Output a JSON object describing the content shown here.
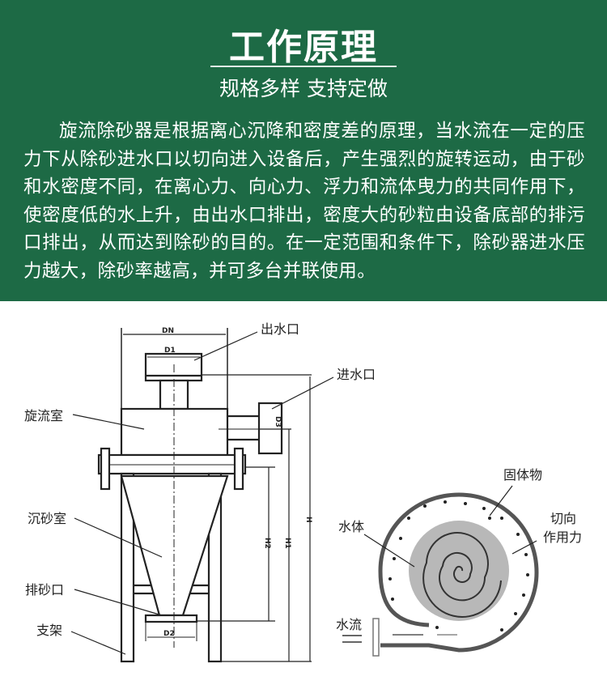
{
  "header": {
    "title": "工作原理",
    "subtitle": "规格多样 支持定做",
    "description": "旋流除砂器是根据离心沉降和密度差的原理，当水流在一定的压力下从除砂进水口以切向进入设备后，产生强烈的旋转运动，由于砂和水密度不同，在离心力、向心力、浮力和流体曳力的共同作用下，使密度低的水上升，由出水口排出，密度大的砂粒由设备底部的排污口排出，从而达到除砂的目的。在一定范围和条件下，除砂器进水压力越大，除砂率越高，并可多台并联使用。"
  },
  "colors": {
    "background": "#1d6a45",
    "text": "#ffffff"
  },
  "structure_diagram": {
    "labels": {
      "outlet": "出水口",
      "inlet": "进水口",
      "cyclone_chamber": "旋流室",
      "settling_chamber": "沉砂室",
      "sand_outlet": "排砂口",
      "support": "支架"
    },
    "dimensions": {
      "dn": "DN",
      "d1": "D1",
      "d2": "D2",
      "d3": "D3",
      "h": "H",
      "h1": "H1",
      "h2": "H2"
    }
  },
  "flow_diagram": {
    "labels": {
      "solids": "固体物",
      "tangential_1": "切向",
      "tangential_2": "作用力",
      "water_body": "水体",
      "water_flow": "水流"
    }
  }
}
